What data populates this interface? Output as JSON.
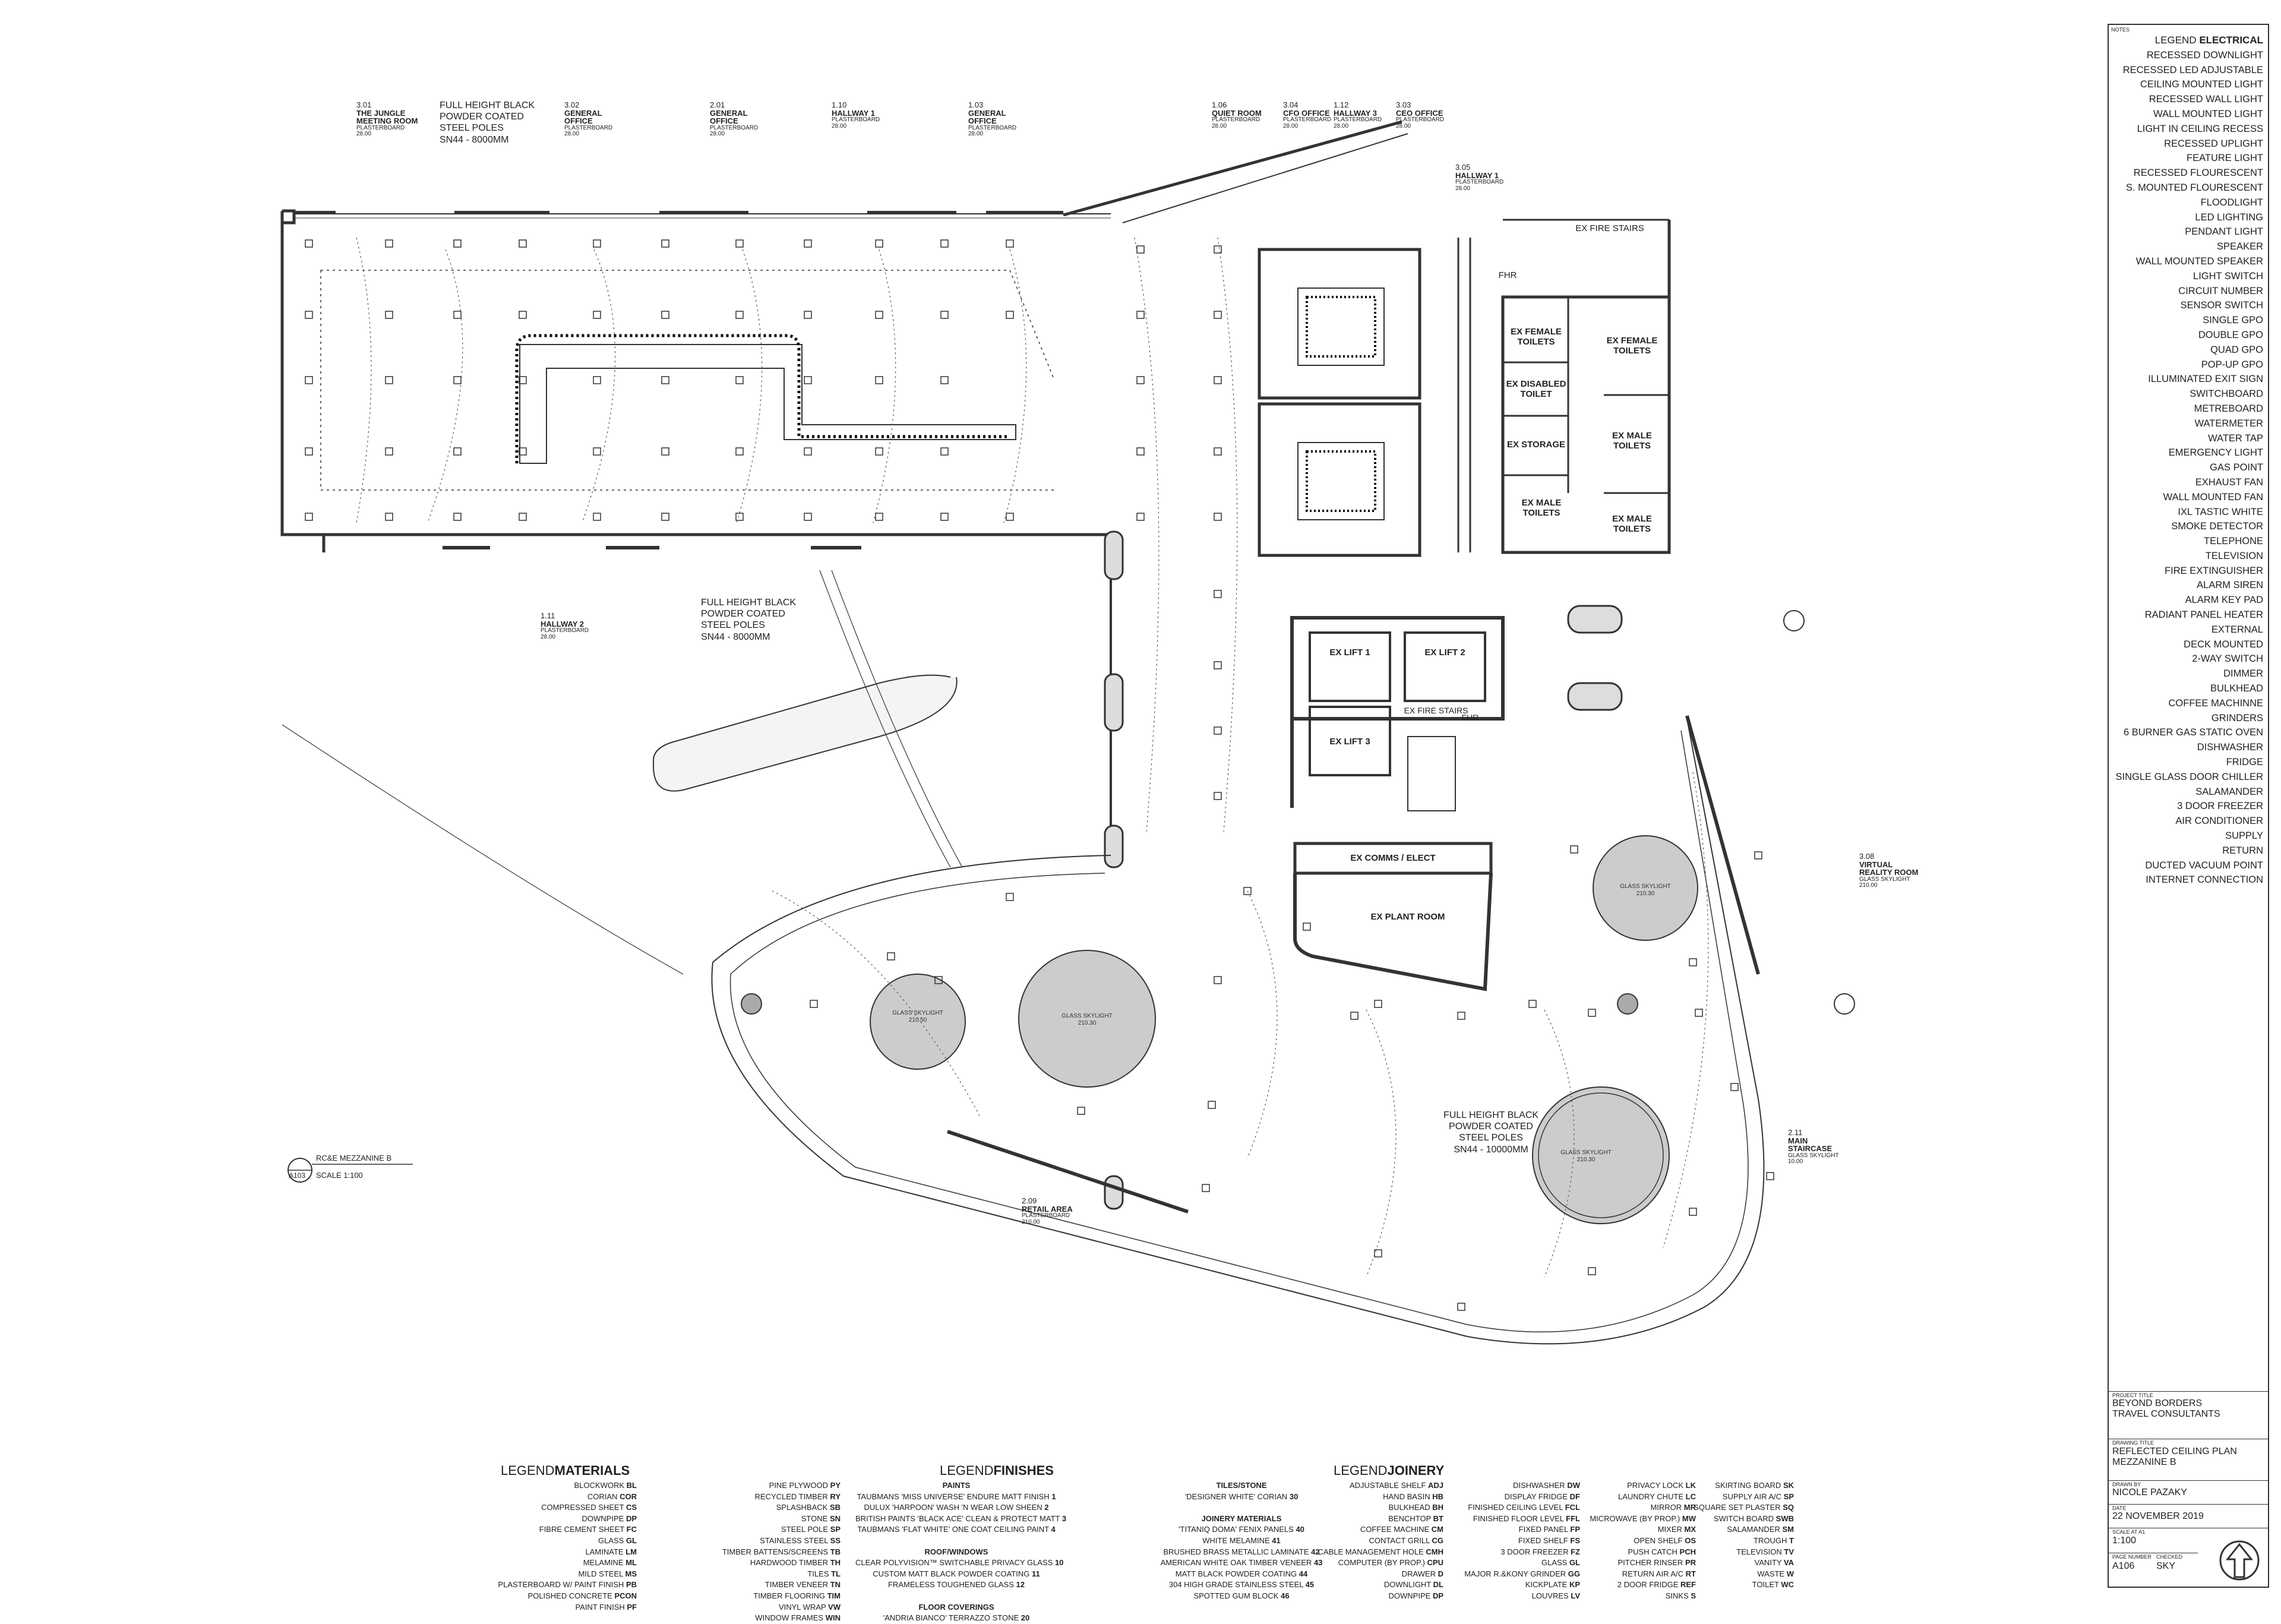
{
  "plan": {
    "room_tags": [
      {
        "id": "jungle",
        "num": "3.01",
        "name": [
          "THE JUNGLE",
          "MEETING ROOM"
        ],
        "mat": "PLASTERBOARD",
        "ht": "28.00"
      },
      {
        "id": "go302",
        "num": "3.02",
        "name": [
          "GENERAL",
          "OFFICE"
        ],
        "mat": "PLASTERBOARD",
        "ht": "28.00"
      },
      {
        "id": "go201",
        "num": "2.01",
        "name": [
          "GENERAL",
          "OFFICE"
        ],
        "mat": "PLASTERBOARD",
        "ht": "28.00"
      },
      {
        "id": "hall110",
        "num": "1.10",
        "name": [
          "HALLWAY 1"
        ],
        "mat": "PLASTERBOARD",
        "ht": "28.00"
      },
      {
        "id": "go103",
        "num": "1.03",
        "name": [
          "GENERAL",
          "OFFICE"
        ],
        "mat": "PLASTERBOARD",
        "ht": "28.00"
      },
      {
        "id": "quiet",
        "num": "1.06",
        "name": [
          "QUIET ROOM"
        ],
        "mat": "PLASTERBOARD",
        "ht": "28.00"
      },
      {
        "id": "cfo",
        "num": "3.04",
        "name": [
          "CFO OFFICE"
        ],
        "mat": "PLASTERBOARD",
        "ht": "28.00"
      },
      {
        "id": "hall3",
        "num": "1.12",
        "name": [
          "HALLWAY 3"
        ],
        "mat": "PLASTERBOARD",
        "ht": "28.00"
      },
      {
        "id": "ceo",
        "num": "3.03",
        "name": [
          "CEO OFFICE"
        ],
        "mat": "PLASTERBOARD",
        "ht": "28.00"
      },
      {
        "id": "hall305",
        "num": "3.05",
        "name": [
          "HALLWAY 1"
        ],
        "mat": "PLASTERBOARD",
        "ht": "28.00"
      },
      {
        "id": "hall2",
        "num": "1.11",
        "name": [
          "HALLWAY 2"
        ],
        "mat": "PLASTERBOARD",
        "ht": "28.00"
      },
      {
        "id": "vr",
        "num": "3.08",
        "name": [
          "VIRTUAL",
          "REALITY ROOM"
        ],
        "mat": "GLASS SKYLIGHT",
        "ht": "210.00"
      },
      {
        "id": "stair",
        "num": "2.11",
        "name": [
          "MAIN",
          "STAIRCASE"
        ],
        "mat": "GLASS SKYLIGHT",
        "ht": "10.00"
      },
      {
        "id": "retail",
        "num": "2.09",
        "name": [
          "RETAIL AREA"
        ],
        "mat": "PLASTERBOARD",
        "ht": "210.00"
      }
    ],
    "notes": {
      "poles_top": [
        "FULL HEIGHT BLACK",
        "POWDER COATED",
        "STEEL POLES",
        "SN44 - 8000MM"
      ],
      "poles_mid": [
        "FULL HEIGHT BLACK",
        "POWDER COATED",
        "STEEL POLES",
        "SN44 - 8000MM"
      ],
      "poles_low": [
        "FULL HEIGHT BLACK",
        "POWDER COATED",
        "STEEL POLES",
        "SN44 - 10000MM"
      ]
    },
    "rooms": {
      "ex_fire_stairs_top": "EX FIRE STAIRS",
      "fhr": "FHR",
      "ex_female_1": [
        "EX FEMALE",
        "TOILETS"
      ],
      "ex_female_2": [
        "EX FEMALE",
        "TOILETS"
      ],
      "ex_disabled": [
        "EX DISABLED",
        "TOILET"
      ],
      "ex_storage": "EX STORAGE",
      "ex_male_1": [
        "EX MALE",
        "TOILETS"
      ],
      "ex_male_2": [
        "EX MALE",
        "TOILETS"
      ],
      "ex_male_3": [
        "EX MALE",
        "TOILETS"
      ],
      "lift1": "EX LIFT 1",
      "lift2": "EX LIFT 2",
      "lift3": "EX LIFT 3",
      "ex_fire_stairs_mid": "EX FIRE STAIRS",
      "fhr2": "FHR",
      "comms": "EX COMMS / ELECT",
      "plant": "EX PLANT ROOM"
    },
    "skylight_label": "GLASS SKYLIGHT",
    "skylight_h1": "210.50",
    "skylight_h2": "210.30",
    "view_ref": {
      "title": "RC&E MEZZANINE B",
      "sheet": "A103",
      "scale": "SCALE 1:100"
    }
  },
  "title_block": {
    "notes_label": "NOTES",
    "legend_word": "LEGEND",
    "legend_title": "ELECTRICAL",
    "electrical_items": [
      "RECESSED DOWNLIGHT",
      "RECESSED LED ADJUSTABLE",
      "CEILING MOUNTED LIGHT",
      "RECESSED WALL LIGHT",
      "WALL MOUNTED LIGHT",
      "LIGHT IN CEILING RECESS",
      "RECESSED UPLIGHT",
      "FEATURE LIGHT",
      "RECESSED FLOURESCENT",
      "S. MOUNTED FLOURESCENT",
      "FLOODLIGHT",
      "LED LIGHTING",
      "PENDANT LIGHT",
      "SPEAKER",
      "WALL MOUNTED SPEAKER",
      "LIGHT SWITCH",
      "CIRCUIT NUMBER",
      "SENSOR SWITCH",
      "SINGLE GPO",
      "DOUBLE GPO",
      "QUAD GPO",
      "POP-UP GPO",
      "ILLUMINATED EXIT SIGN",
      "SWITCHBOARD",
      "METREBOARD",
      "WATERMETER",
      "WATER TAP",
      "EMERGENCY LIGHT",
      "GAS POINT",
      "EXHAUST FAN",
      "WALL MOUNTED FAN",
      "IXL TASTIC WHITE",
      "SMOKE DETECTOR",
      "TELEPHONE",
      "TELEVISION",
      "FIRE EXTINGUISHER",
      "ALARM SIREN",
      "ALARM KEY PAD",
      "RADIANT PANEL HEATER",
      "EXTERNAL",
      "DECK MOUNTED",
      "2-WAY SWITCH",
      "DIMMER",
      "BULKHEAD",
      "COFFEE MACHINNE",
      "GRINDERS",
      "6 BURNER  GAS STATIC OVEN",
      "DISHWASHER",
      "FRIDGE",
      "SINGLE  GLASS DOOR CHILLER",
      "SALAMANDER",
      "3 DOOR FREEZER",
      "AIR CONDITIONER",
      "SUPPLY",
      "RETURN",
      "DUCTED VACUUM POINT",
      "INTERNET CONNECTION"
    ],
    "project_title_label": "PROJECT TITLE",
    "project_title": [
      "BEYOND BORDERS",
      "TRAVEL CONSULTANTS"
    ],
    "drawing_title_label": "DRAWING TITLE",
    "drawing_title": [
      "REFLECTED CEILING PLAN",
      "MEZZANINE B"
    ],
    "drawn_by_label": "DRAWN BY",
    "drawn_by": "NICOLE PAZAKY",
    "date_label": "DATE",
    "date": "22 NOVEMBER 2019",
    "scale_label": "SCALE AT A1",
    "scale": "1:100",
    "page_label": "PAGE NUMBER",
    "page": "A106",
    "checked_label": "CHECKED",
    "checked": "SKY"
  },
  "legends": {
    "materials_title": "MATERIALS",
    "finishes_title": "FINISHES",
    "joinery_title": "JOINERY",
    "legend_word": "LEGEND",
    "materials_col1": [
      [
        "BLOCKWORK",
        "BL"
      ],
      [
        "CORIAN",
        "COR"
      ],
      [
        "COMPRESSED SHEET",
        "CS"
      ],
      [
        "DOWNPIPE",
        "DP"
      ],
      [
        "FIBRE CEMENT SHEET",
        "FC"
      ],
      [
        "GLASS",
        "GL"
      ],
      [
        "LAMINATE",
        "LM"
      ],
      [
        "MELAMINE",
        "ML"
      ],
      [
        "MILD STEEL",
        "MS"
      ],
      [
        "PLASTERBOARD W/ PAINT FINISH",
        "PB"
      ],
      [
        "POLISHED CONCRETE",
        "PCON"
      ],
      [
        "PAINT FINISH",
        "PF"
      ]
    ],
    "materials_col2": [
      [
        "PINE PLYWOOD",
        "PY"
      ],
      [
        "RECYCLED TIMBER",
        "RY"
      ],
      [
        "SPLASHBACK",
        "SB"
      ],
      [
        "STONE",
        "SN"
      ],
      [
        "STEEL POLE",
        "SP"
      ],
      [
        "STAINLESS STEEL",
        "SS"
      ],
      [
        "TIMBER BATTENS/SCREENS",
        "TB"
      ],
      [
        "HARDWOOD TIMBER",
        "TH"
      ],
      [
        "TILES",
        "TL"
      ],
      [
        "TIMBER VENEER",
        "TN"
      ],
      [
        "TIMBER FLOORING",
        "TIM"
      ],
      [
        "VINYL WRAP",
        "VW"
      ],
      [
        "WINDOW FRAMES",
        "WIN"
      ]
    ],
    "finishes_paints_hd": "PAINTS",
    "finishes_paints": [
      [
        "TAUBMANS 'MISS UNIVERSE' ENDURE MATT FINISH",
        "1"
      ],
      [
        "DULUX 'HARPOON' WASH 'N WEAR LOW SHEEN",
        "2"
      ],
      [
        "BRITISH PAINTS 'BLACK ACE' CLEAN & PROTECT MATT",
        "3"
      ],
      [
        "TAUBMANS 'FLAT WHITE' ONE COAT CEILING PAINT",
        "4"
      ]
    ],
    "finishes_roof_hd": "ROOF/WINDOWS",
    "finishes_roof": [
      [
        "CLEAR POLYVISION™ SWITCHABLE PRIVACY GLASS",
        "10"
      ],
      [
        "CUSTOM MATT BLACK POWDER COATING",
        "11"
      ],
      [
        "FRAMELESS TOUGHENED GLASS",
        "12"
      ]
    ],
    "finishes_floor_hd": "FLOOR COVERINGS",
    "finishes_floor": [
      [
        "'ANDRIA BIANCO' TERRAZZO STONE",
        "20"
      ]
    ],
    "finishes_tiles_hd": "TILES/STONE",
    "finishes_tiles": [
      [
        "'DESIGNER WHITE' CORIAN",
        "30"
      ]
    ],
    "finishes_joinery_hd": "JOINERY MATERIALS",
    "finishes_joinery": [
      [
        "'TITANIQ DOMA' FENIX PANELS",
        "40"
      ],
      [
        "WHITE MELAMINE",
        "41"
      ],
      [
        "BRUSHED BRASS METALLIC LAMINATE",
        "42"
      ],
      [
        "AMERICAN WHITE OAK TIMBER VENEER",
        "43"
      ],
      [
        "MATT BLACK POWDER COATING",
        "44"
      ],
      [
        "304 HIGH GRADE STAINLESS STEEL",
        "45"
      ],
      [
        "SPOTTED GUM BLOCK",
        "46"
      ]
    ],
    "joinery_col1": [
      [
        "ADJUSTABLE SHELF",
        "ADJ"
      ],
      [
        "HAND BASIN",
        "HB"
      ],
      [
        "BULKHEAD",
        "BH"
      ],
      [
        "BENCHTOP",
        "BT"
      ],
      [
        "COFFEE MACHINE",
        "CM"
      ],
      [
        "CONTACT GRILL",
        "CG"
      ],
      [
        "CABLE MANAGEMENT HOLE",
        "CMH"
      ],
      [
        "COMPUTER (BY PROP.)",
        "CPU"
      ],
      [
        "DRAWER",
        "D"
      ],
      [
        "DOWNLIGHT",
        "DL"
      ],
      [
        "DOWNPIPE",
        "DP"
      ]
    ],
    "joinery_col2": [
      [
        "DISHWASHER",
        "DW"
      ],
      [
        "DISPLAY FRIDGE",
        "DF"
      ],
      [
        "FINISHED CEILING LEVEL",
        "FCL"
      ],
      [
        "FINISHED FLOOR LEVEL",
        "FFL"
      ],
      [
        "FIXED PANEL",
        "FP"
      ],
      [
        "FIXED SHELF",
        "FS"
      ],
      [
        "3 DOOR FREEZER",
        "FZ"
      ],
      [
        "GLASS",
        "GL"
      ],
      [
        "MAJOR R.&KONY GRINDER",
        "GG"
      ],
      [
        "KICKPLATE",
        "KP"
      ],
      [
        "LOUVRES",
        "LV"
      ]
    ],
    "joinery_col3": [
      [
        "PRIVACY LOCK",
        "LK"
      ],
      [
        "LAUNDRY CHUTE",
        "LC"
      ],
      [
        "MIRROR",
        "MR"
      ],
      [
        "MICROWAVE (BY PROP.)",
        "MW"
      ],
      [
        "MIXER",
        "MX"
      ],
      [
        "OPEN SHELF",
        "OS"
      ],
      [
        "PUSH CATCH",
        "PCH"
      ],
      [
        "PITCHER RINSER",
        "PR"
      ],
      [
        "RETURN AIR A/C",
        "RT"
      ],
      [
        "2 DOOR FRIDGE",
        "REF"
      ],
      [
        "SINKS",
        "S"
      ]
    ],
    "joinery_col4": [
      [
        "SKIRTING BOARD",
        "SK"
      ],
      [
        "SUPPLY AIR A/C",
        "SP"
      ],
      [
        "SQUARE SET PLASTER",
        "SQ"
      ],
      [
        "SWITCH BOARD",
        "SWB"
      ],
      [
        "SALAMANDER",
        "SM"
      ],
      [
        "TROUGH",
        "T"
      ],
      [
        "TELEVISION",
        "TV"
      ],
      [
        "VANITY",
        "VA"
      ],
      [
        "WASTE",
        "W"
      ],
      [
        "TOILET",
        "WC"
      ]
    ]
  }
}
